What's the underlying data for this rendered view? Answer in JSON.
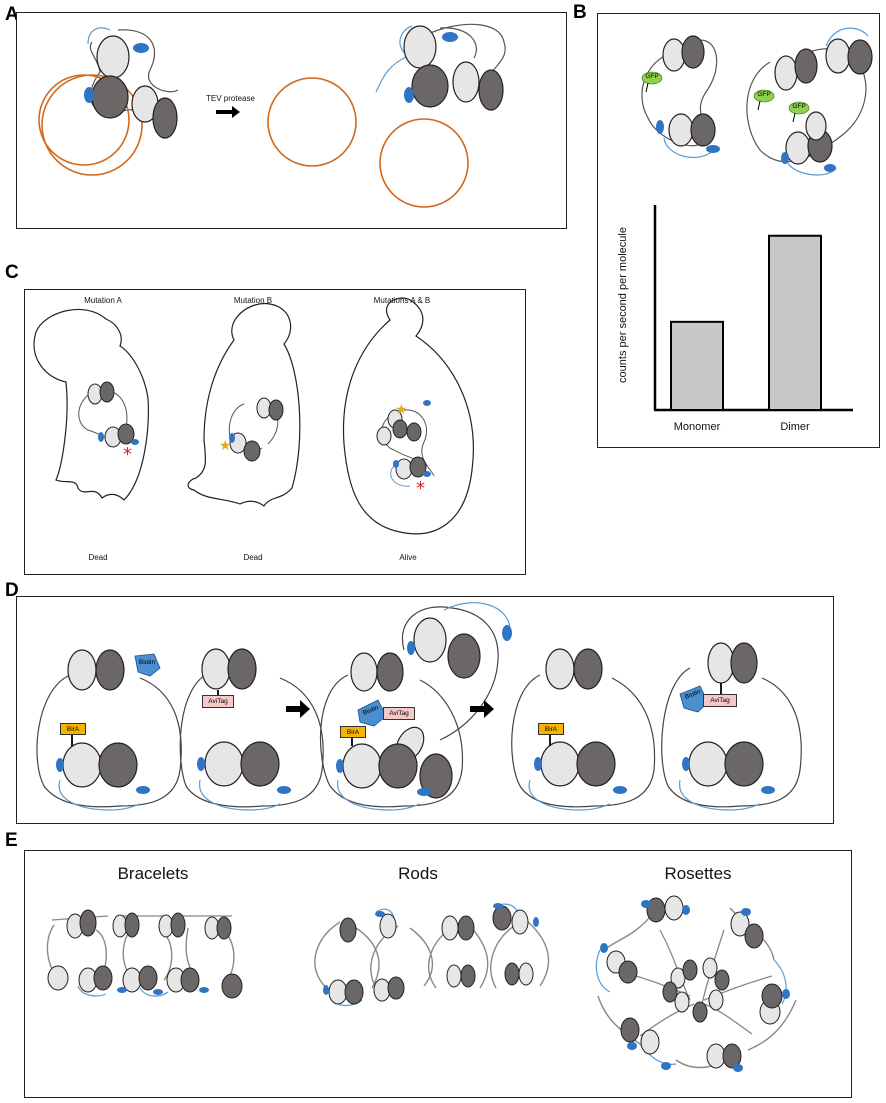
{
  "panels": {
    "a": {
      "letter": "A",
      "arrow_label": "TEV protease"
    },
    "b": {
      "letter": "B",
      "gfp_label": "GFP",
      "y_axis_label": "counts per second per molecule",
      "categories": [
        "Monomer",
        "Dimer"
      ]
    },
    "c": {
      "letter": "C",
      "titles": [
        "Mutation A",
        "Mutation B",
        "Mutations A & B"
      ],
      "outcomes": [
        "Dead",
        "Dead",
        "Alive"
      ]
    },
    "d": {
      "letter": "D",
      "biotin": "Biotin",
      "avitag": "AviTag",
      "bira": "BirA"
    },
    "e": {
      "letter": "E",
      "titles": [
        "Bracelets",
        "Rods",
        "Rosettes"
      ]
    }
  },
  "chart_data": {
    "type": "bar",
    "categories": [
      "Monomer",
      "Dimer"
    ],
    "values": [
      0.43,
      0.85
    ],
    "ylabel": "counts per second per molecule",
    "ylim": [
      0,
      1
    ]
  },
  "colors": {
    "light": "#e6e6e6",
    "dark": "#6b6767",
    "blue": "#2f75c4",
    "orange": "#d2691e",
    "gfp": "#8fd14f",
    "biotin": "#4a8fd0",
    "avitag": "#f6c8c8",
    "bira": "#f5b400",
    "star_red": "#e02020",
    "star_yellow": "#e6a817",
    "bar": "#c8c8c8"
  }
}
